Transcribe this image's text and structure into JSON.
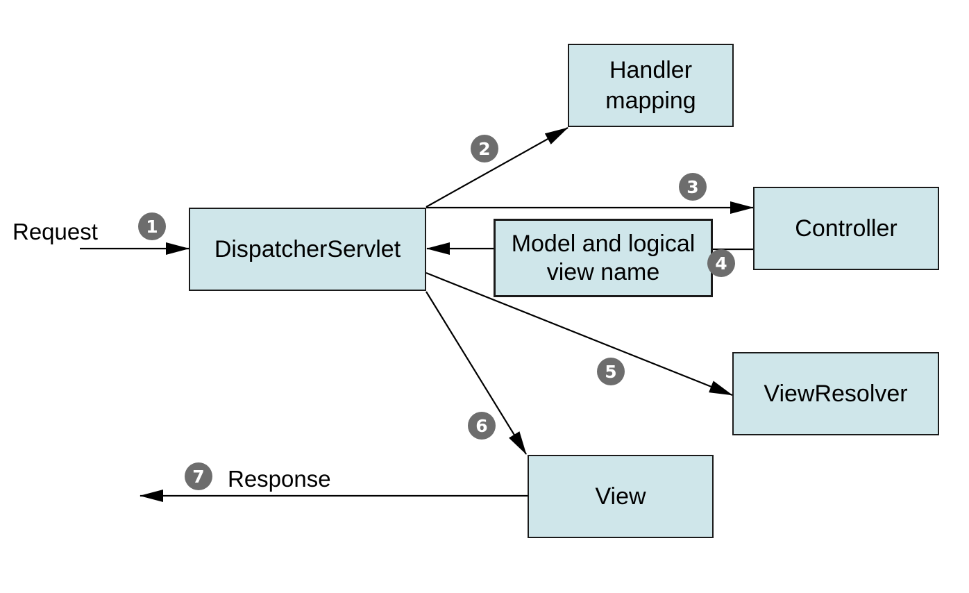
{
  "colors": {
    "box_fill": "#cfe6ea",
    "box_border": "#1a1a1a",
    "badge_fill": "#6d6d6d",
    "badge_text": "#ffffff",
    "arrow": "#000000"
  },
  "nodes": {
    "dispatcher": {
      "lines": [
        "DispatcherServlet"
      ]
    },
    "handler_mapping": {
      "lines": [
        "Handler",
        "mapping"
      ]
    },
    "controller": {
      "lines": [
        "Controller"
      ]
    },
    "model_view_name": {
      "lines": [
        "Model and logical",
        "view name"
      ]
    },
    "view_resolver": {
      "lines": [
        "ViewResolver"
      ]
    },
    "view": {
      "lines": [
        "View"
      ]
    }
  },
  "labels": {
    "request": "Request",
    "response": "Response"
  },
  "steps": [
    "1",
    "2",
    "3",
    "4",
    "5",
    "6",
    "7"
  ]
}
